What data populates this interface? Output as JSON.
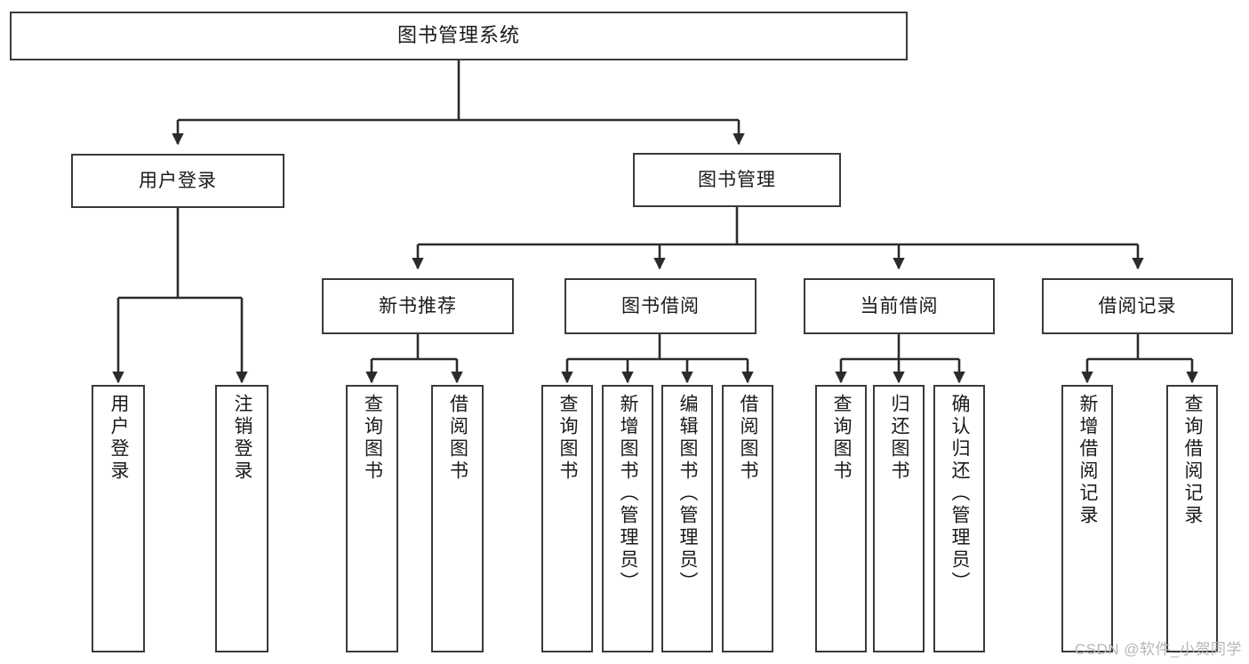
{
  "diagram": {
    "title": "图书管理系统",
    "type": "hierarchy-tree",
    "watermark": "CSDN @软件_小贺同学",
    "colors": {
      "box_border": "#3a3a3a",
      "box_fill": "#ffffff",
      "connector": "#2b2b2b",
      "text": "#1a1a1a",
      "watermark": "#b6b6b6"
    },
    "nodes": {
      "root": {
        "label": "图书管理系统"
      },
      "level1": [
        {
          "id": "user-login",
          "label": "用户登录"
        },
        {
          "id": "book-manage",
          "label": "图书管理"
        }
      ],
      "level2": [
        {
          "id": "new-book-recommend",
          "label": "新书推荐"
        },
        {
          "id": "book-borrow",
          "label": "图书借阅"
        },
        {
          "id": "current-borrow",
          "label": "当前借阅"
        },
        {
          "id": "borrow-record",
          "label": "借阅记录"
        }
      ],
      "leaves": {
        "user_login": [
          {
            "id": "leaf-user-login",
            "label": "用户登录"
          },
          {
            "id": "leaf-logout-login",
            "label": "注销登录"
          }
        ],
        "new_book_recommend": [
          {
            "id": "leaf-query-book-1",
            "label": "查询图书"
          },
          {
            "id": "leaf-borrow-book-1",
            "label": "借阅图书"
          }
        ],
        "book_borrow": [
          {
            "id": "leaf-query-book-2",
            "label": "查询图书"
          },
          {
            "id": "leaf-add-book",
            "label": "新增图书（管理员）"
          },
          {
            "id": "leaf-edit-book",
            "label": "编辑图书（管理员）"
          },
          {
            "id": "leaf-borrow-book-2",
            "label": "借阅图书"
          }
        ],
        "current_borrow": [
          {
            "id": "leaf-query-book-3",
            "label": "查询图书"
          },
          {
            "id": "leaf-return-book",
            "label": "归还图书"
          },
          {
            "id": "leaf-confirm-return",
            "label": "确认归还（管理员）"
          }
        ],
        "borrow_record": [
          {
            "id": "leaf-add-record",
            "label": "新增借阅记录"
          },
          {
            "id": "leaf-query-record",
            "label": "查询借阅记录"
          }
        ]
      }
    }
  }
}
